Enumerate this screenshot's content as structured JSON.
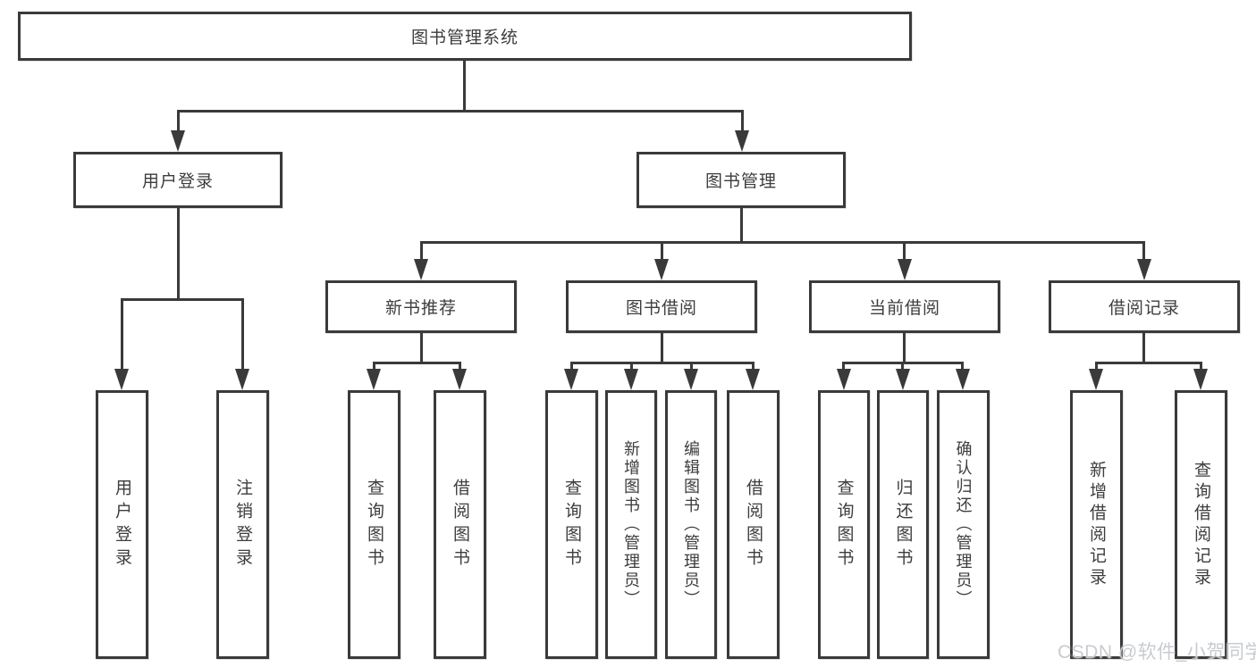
{
  "diagram": {
    "root": {
      "label": "图书管理系统"
    },
    "level2": [
      {
        "label": "用户登录"
      },
      {
        "label": "图书管理"
      }
    ],
    "level3": [
      {
        "label": "新书推荐"
      },
      {
        "label": "图书借阅"
      },
      {
        "label": "当前借阅"
      },
      {
        "label": "借阅记录"
      }
    ],
    "leaves": {
      "login": [
        "用户登录",
        "注销登录"
      ],
      "recommend": [
        "查询图书",
        "借阅图书"
      ],
      "borrow": [
        "查询图书",
        "新增图书（管理员）",
        "编辑图书（管理员）",
        "借阅图书"
      ],
      "current": [
        "查询图书",
        "归还图书",
        "确认归还（管理员）"
      ],
      "records": [
        "新增借阅记录",
        "查询借阅记录"
      ]
    }
  },
  "watermark": {
    "text": "CSDN @软件_小贺同学"
  },
  "colors": {
    "line": "#3a3a3a",
    "box_border": "#3a3a3a",
    "box_fill": "#ffffff",
    "text": "#3d3d3d",
    "watermark": "#c5c8cd"
  }
}
